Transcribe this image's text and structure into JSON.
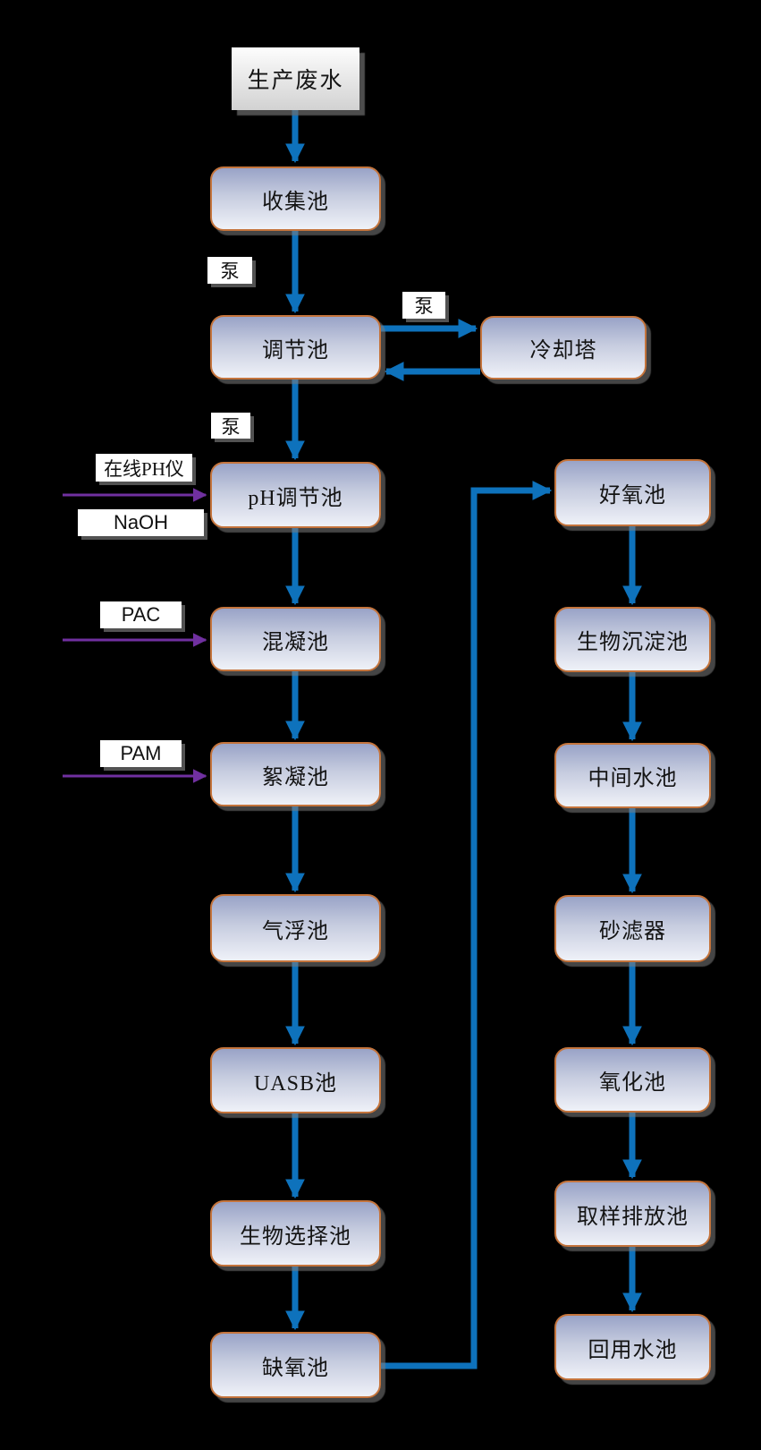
{
  "diagram": {
    "title_implied": "生产废水处理工艺流程",
    "background_color": "#000000",
    "flow_arrow_color": "#0E72BC",
    "dosing_arrow_color": "#7030A0",
    "node_border_color": "#C4743C",
    "node_fill_top": "#99A3C7",
    "node_fill_bottom": "#EFF1F8"
  },
  "nodes": {
    "source": {
      "label": "生产废水"
    },
    "collect": {
      "label": "收集池"
    },
    "regulate": {
      "label": "调节池"
    },
    "cooling": {
      "label": "冷却塔"
    },
    "ph": {
      "label": "pH调节池"
    },
    "coagulation": {
      "label": "混凝池"
    },
    "flocculation": {
      "label": "絮凝池"
    },
    "airfloat": {
      "label": "气浮池"
    },
    "uasb": {
      "label": "UASB池"
    },
    "bioselect": {
      "label": "生物选择池"
    },
    "anoxic": {
      "label": "缺氧池"
    },
    "aerobic": {
      "label": "好氧池"
    },
    "biosettle": {
      "label": "生物沉淀池"
    },
    "midwater": {
      "label": "中间水池"
    },
    "sandfilter": {
      "label": "砂滤器"
    },
    "oxidation": {
      "label": "氧化池"
    },
    "sampling": {
      "label": "取样排放池"
    },
    "reuse": {
      "label": "回用水池"
    }
  },
  "tags": {
    "pump1": {
      "label": "泵"
    },
    "pump2": {
      "label": "泵"
    },
    "pump3": {
      "label": "泵"
    },
    "ph_meter": {
      "label": "在线PH仪"
    },
    "naoh": {
      "label": "NaOH"
    },
    "pac": {
      "label": "PAC"
    },
    "pam": {
      "label": "PAM"
    }
  }
}
